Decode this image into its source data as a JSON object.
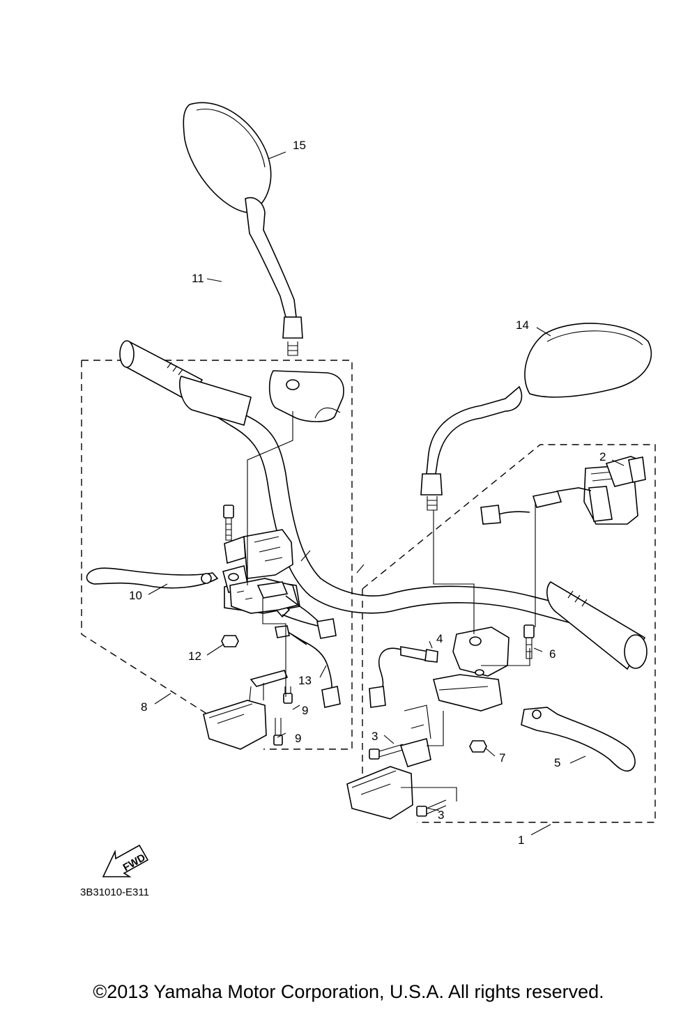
{
  "callouts": {
    "c1": "1",
    "c2": "2",
    "c3a": "3",
    "c3b": "3",
    "c4": "4",
    "c5": "5",
    "c6": "6",
    "c7": "7",
    "c8": "8",
    "c9a": "9",
    "c9b": "9",
    "c10": "10",
    "c11": "11",
    "c12": "12",
    "c13": "13",
    "c14": "14",
    "c15": "15"
  },
  "fwd_label": "FWD",
  "figure_code": "3B31010-E311",
  "copyright": "©2013 Yamaha Motor Corporation, U.S.A. All rights reserved."
}
